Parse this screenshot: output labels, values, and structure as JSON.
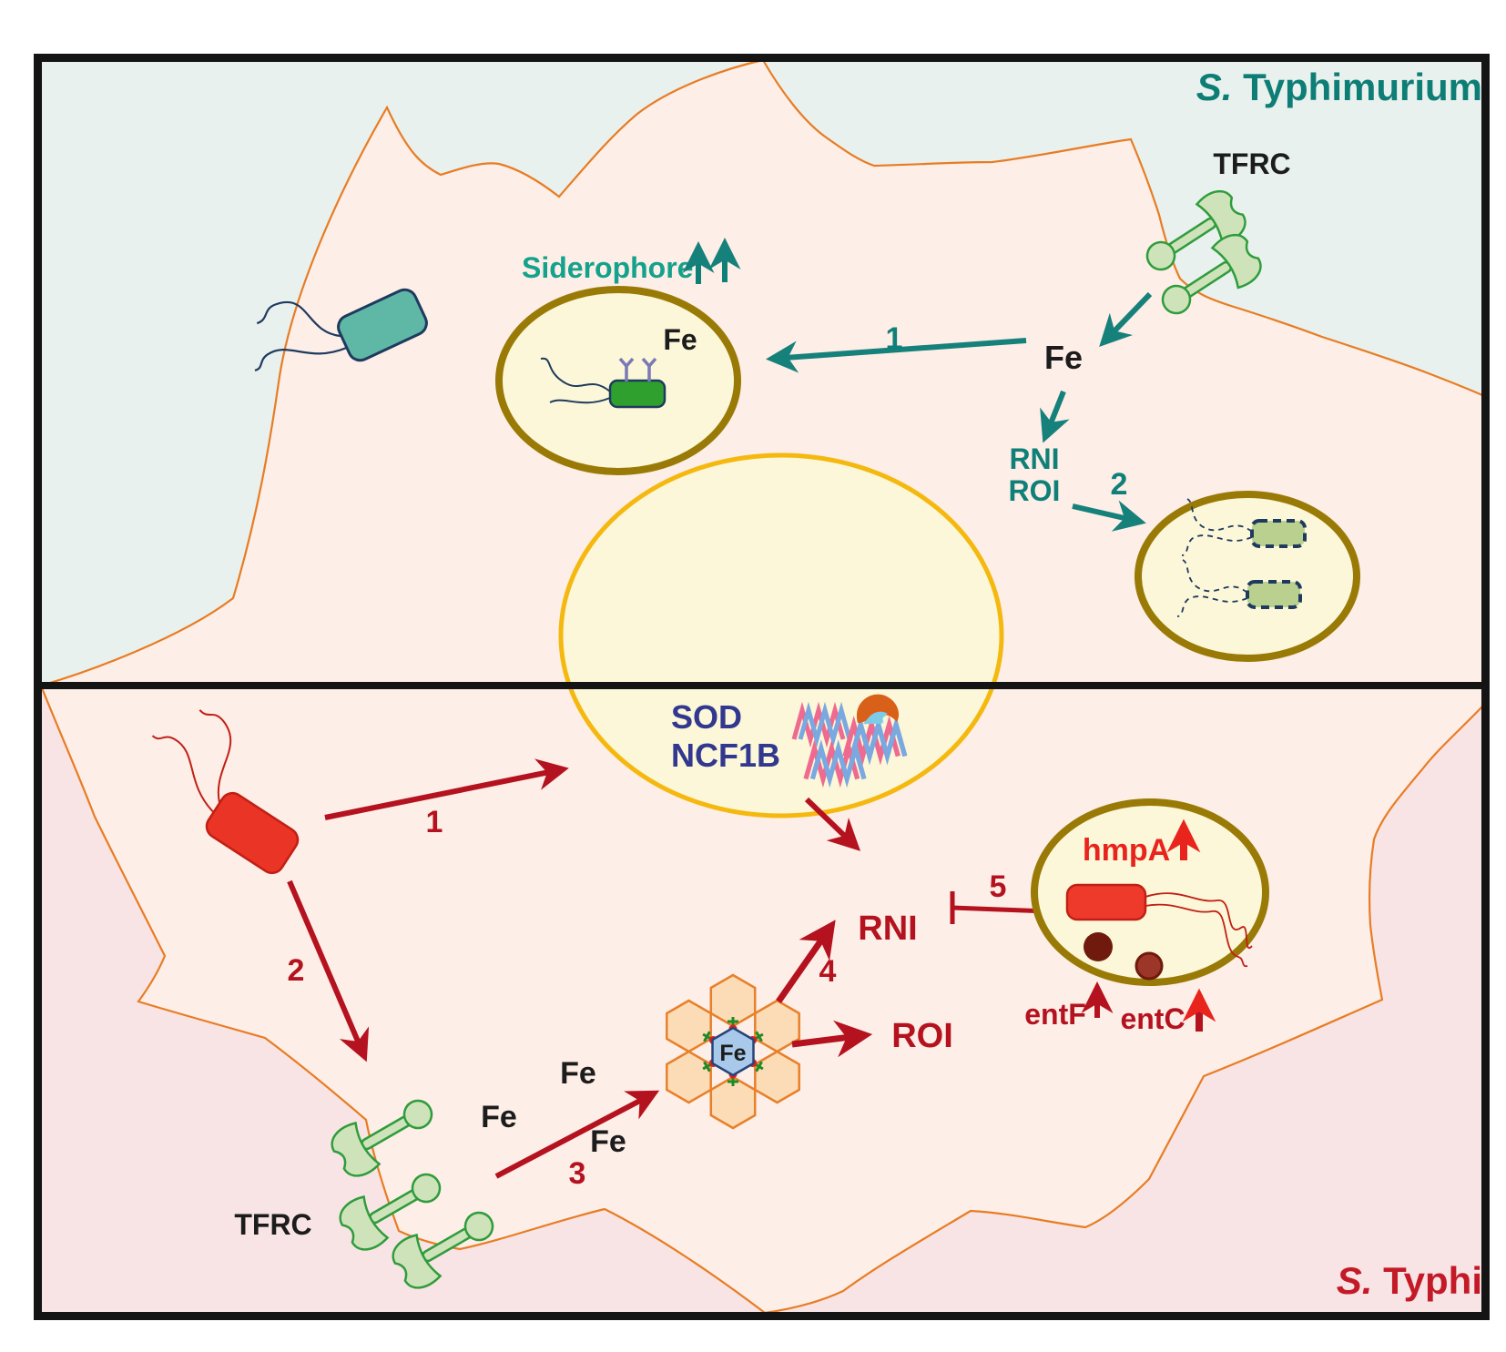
{
  "colors": {
    "teal_title": "#0d7d76",
    "teal_text": "#0f8078",
    "teal_bright": "#14a28c",
    "teal_arrow": "#15817a",
    "dark_red": "#b5121f",
    "bright_red": "#e8241c",
    "typhi_red": "#c41a28",
    "navy_text": "#32378f",
    "black_text": "#1c1c1c",
    "membrane_orange": "#e87c24",
    "cell_fill": "#fdeee7",
    "top_background": "#e8f1ed",
    "bottom_background": "#f8e4e4",
    "organelle_fill": "#fbf7d8",
    "vacuole_border": "#997a06",
    "nucleus_border": "#f5b80f",
    "receptor_fill": "#cfe3bb",
    "receptor_stroke": "#2f9c3c"
  },
  "top_half": {
    "title_italic": "S.",
    "title_rest": " Typhimurium",
    "tfrc_label": "TFRC",
    "siderophore_label": "Siderophore",
    "vacuole_fe_label": "Fe",
    "fe_label": "Fe",
    "rni_label": "RNI",
    "roi_label": "ROI",
    "step_1": "1",
    "step_2": "2"
  },
  "nucleus": {
    "sod_label": "SOD",
    "ncf1b_label": "NCF1B"
  },
  "bottom_half": {
    "title_italic": "S.",
    "title_rest": " Typhi",
    "tfrc_label": "TFRC",
    "fe_label_1": "Fe",
    "fe_label_2": "Fe",
    "fe_label_3": "Fe",
    "ferritin_fe_label": "Fe",
    "rni_label": "RNI",
    "roi_label": "ROI",
    "hmpa_label": "hmpA",
    "entf_label": "entF",
    "entc_label": "entC",
    "step_1": "1",
    "step_2": "2",
    "step_3": "3",
    "step_4": "4",
    "step_5": "5"
  }
}
